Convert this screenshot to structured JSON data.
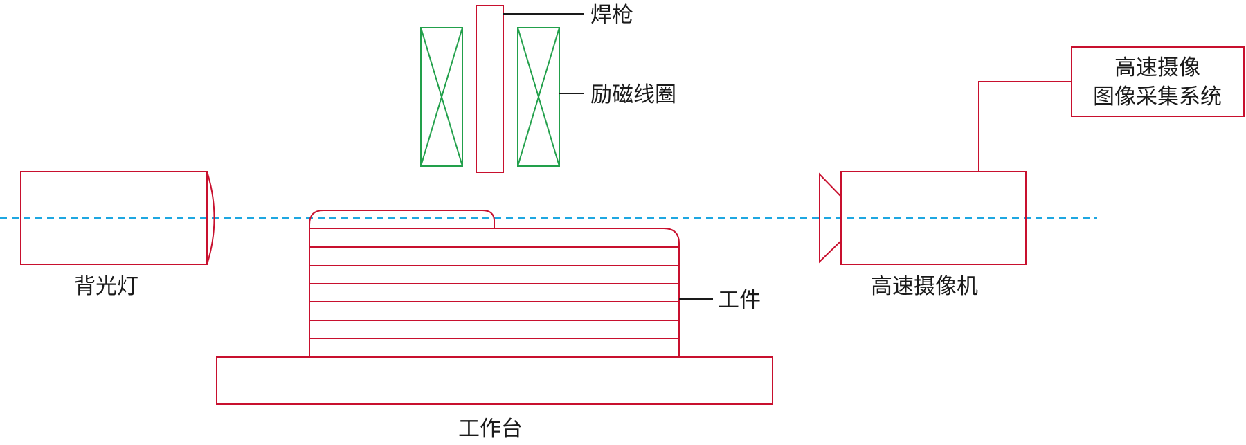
{
  "labels": {
    "torch": "焊枪",
    "coil": "励磁线圈",
    "backlight": "背光灯",
    "workpiece": "工件",
    "table": "工作台",
    "camera": "高速摄像机",
    "system_line1": "高速摄像",
    "system_line2": "图像采集系统"
  },
  "colors": {
    "equipment": "#c8102e",
    "coil": "#22a04b",
    "optical_axis": "#1ea7e1",
    "leader": "#1a1a1a",
    "text": "#1a1a1a"
  }
}
